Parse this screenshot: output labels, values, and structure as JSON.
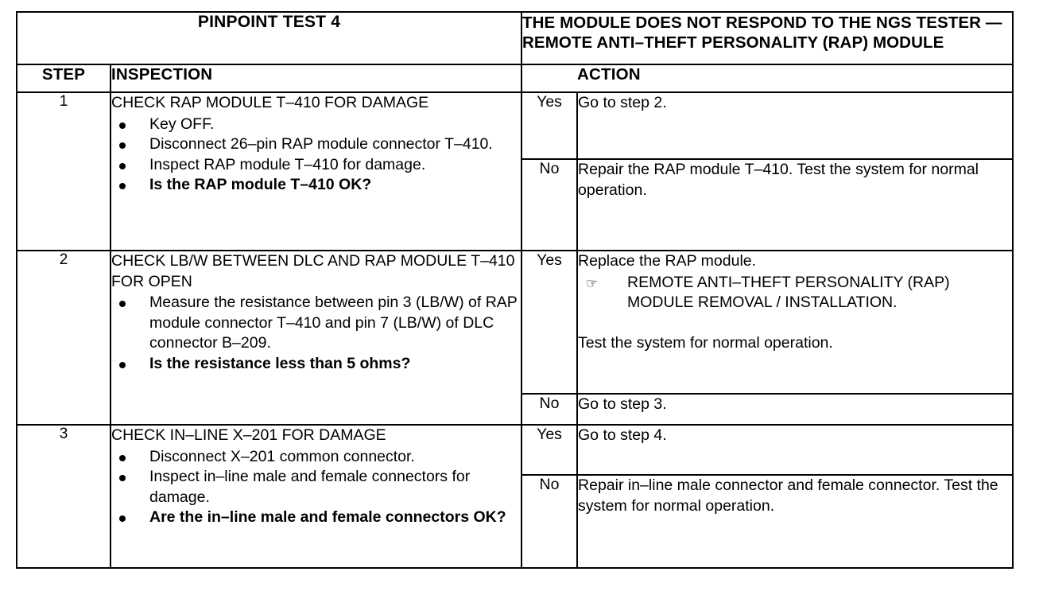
{
  "document": {
    "test_label": "PINPOINT TEST 4",
    "subject": "THE MODULE DOES NOT RESPOND TO THE NGS TESTER — REMOTE ANTI–THEFT PERSONALITY (RAP) MODULE"
  },
  "columns": {
    "step": "STEP",
    "inspection": "INSPECTION",
    "action": "ACTION"
  },
  "labels": {
    "yes": "Yes",
    "no": "No",
    "hand_icon": "☞"
  },
  "steps": [
    {
      "number": "1",
      "inspection": {
        "heading": "CHECK RAP MODULE T–410 FOR DAMAGE",
        "bullets": [
          {
            "text": "Key OFF.",
            "bold": false
          },
          {
            "text": "Disconnect 26–pin RAP module connector T–410.",
            "bold": false
          },
          {
            "text": "Inspect RAP module T–410 for damage.",
            "bold": false
          },
          {
            "text": "Is the RAP module T–410 OK?",
            "bold": true
          }
        ]
      },
      "yes_action": {
        "text": "Go to step 2.",
        "note": "",
        "footer": ""
      },
      "no_action": {
        "text": "Repair the RAP module T–410. Test the system for normal operation.",
        "note": "",
        "footer": ""
      }
    },
    {
      "number": "2",
      "inspection": {
        "heading": "CHECK LB/W BETWEEN DLC AND RAP MODULE T–410 FOR OPEN",
        "bullets": [
          {
            "text": "Measure the resistance between pin 3 (LB/W) of RAP module connector T–410 and pin 7 (LB/W) of DLC connector B–209.",
            "bold": false
          },
          {
            "text": "Is the resistance less than 5 ohms?",
            "bold": true
          }
        ]
      },
      "yes_action": {
        "text": "Replace the RAP module.",
        "note": "REMOTE ANTI–THEFT PERSONALITY (RAP) MODULE REMOVAL / INSTALLATION.",
        "footer": "Test the system for normal operation."
      },
      "no_action": {
        "text": "Go to step 3.",
        "note": "",
        "footer": ""
      }
    },
    {
      "number": "3",
      "inspection": {
        "heading": "CHECK IN–LINE X–201 FOR DAMAGE",
        "bullets": [
          {
            "text": "Disconnect X–201 common connector.",
            "bold": false
          },
          {
            "text": "Inspect in–line male and female connectors for damage.",
            "bold": false
          },
          {
            "text": "Are the in–line male and female connectors OK?",
            "bold": true
          }
        ]
      },
      "yes_action": {
        "text": "Go to step 4.",
        "note": "",
        "footer": ""
      },
      "no_action": {
        "text": "Repair in–line male connector and female connector. Test the system for normal operation.",
        "note": "",
        "footer": ""
      }
    }
  ]
}
